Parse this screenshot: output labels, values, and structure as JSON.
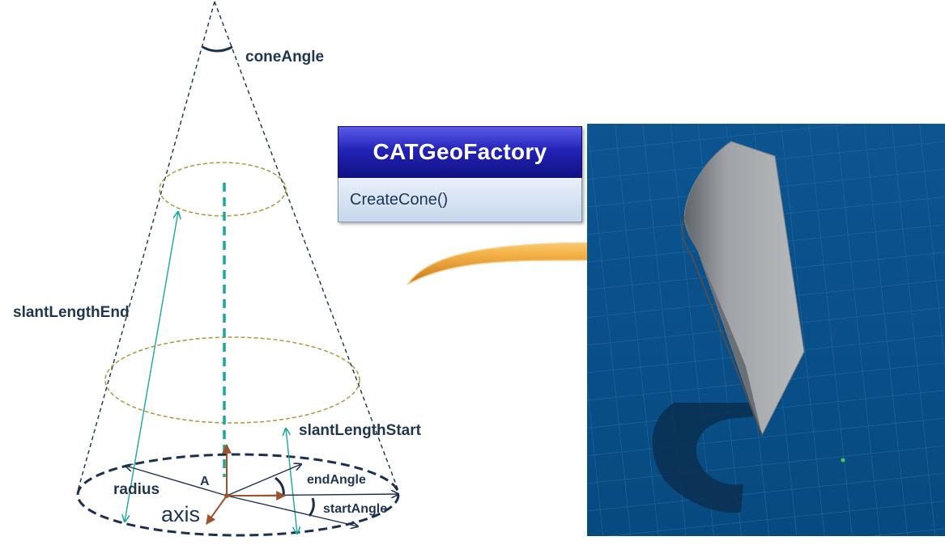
{
  "labels": {
    "cone_angle": "coneAngle",
    "slant_length_end": "slantLengthEnd",
    "slant_length_start": "slantLengthStart",
    "radius": "radius",
    "point_a": "A",
    "axis": "axis",
    "end_angle": "endAngle",
    "start_angle": "startAngle"
  },
  "class_box": {
    "class_name": "CATGeoFactory",
    "method": "CreateCone()"
  },
  "colors": {
    "dark_navy": "#1b2f4f",
    "teal": "#1aa89a",
    "olive": "#a89a3a",
    "brown": "#a0522d",
    "class_header": "#2323b8",
    "arrow_orange": "#f0a030",
    "viewport_blue": "#0a4f86",
    "surface_grey": "#9a9ea2"
  }
}
